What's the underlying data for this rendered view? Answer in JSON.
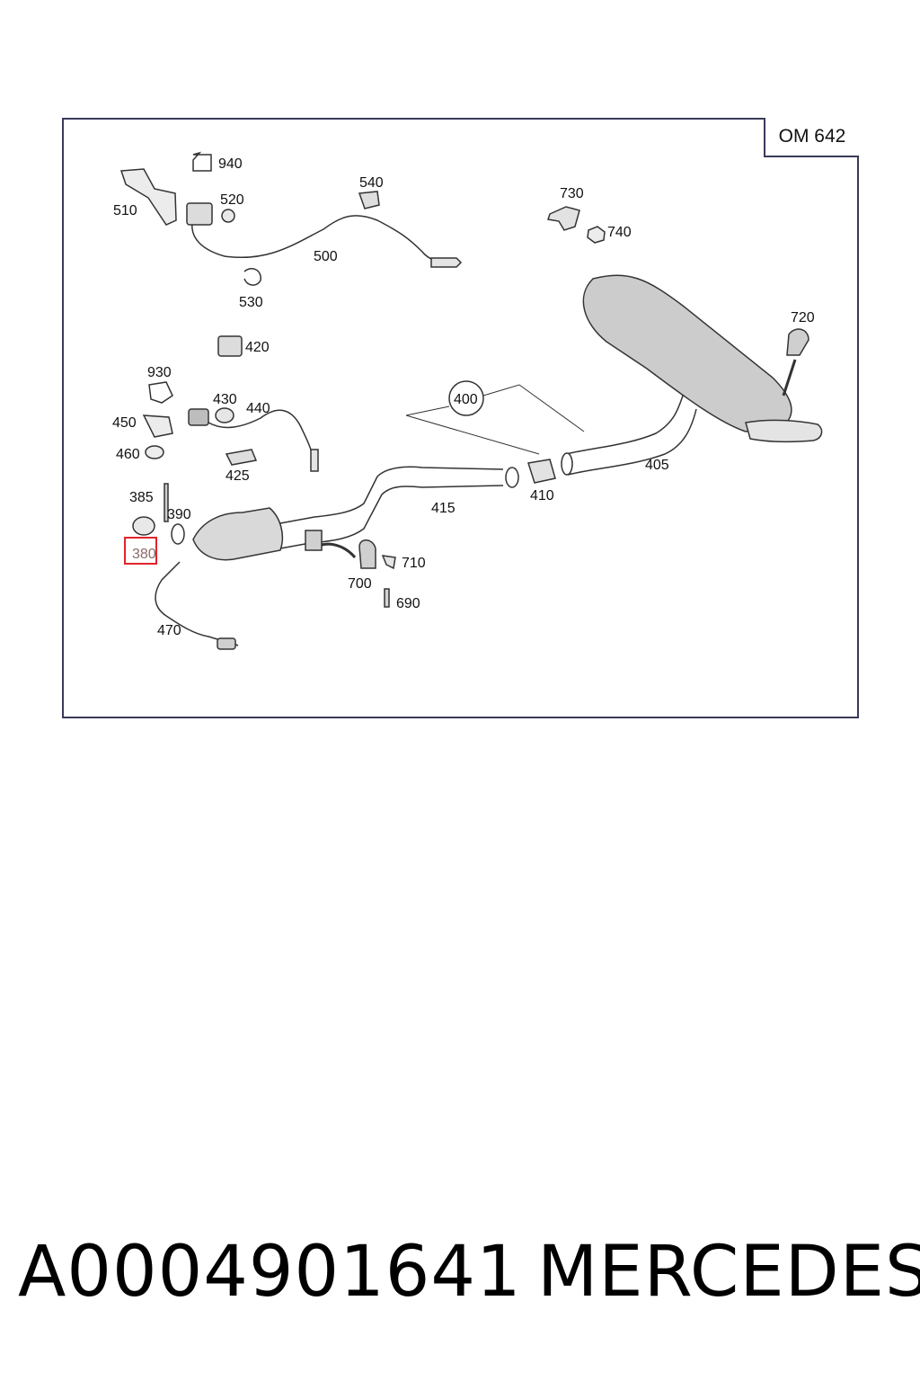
{
  "engine_code": "OM 642",
  "parts": [
    {
      "id": "p940",
      "label": "940"
    },
    {
      "id": "p510",
      "label": "510"
    },
    {
      "id": "p520",
      "label": "520"
    },
    {
      "id": "p540",
      "label": "540"
    },
    {
      "id": "p500",
      "label": "500"
    },
    {
      "id": "p530",
      "label": "530"
    },
    {
      "id": "p730",
      "label": "730"
    },
    {
      "id": "p740",
      "label": "740"
    },
    {
      "id": "p420",
      "label": "420"
    },
    {
      "id": "p720",
      "label": "720"
    },
    {
      "id": "p930",
      "label": "930"
    },
    {
      "id": "p430",
      "label": "430"
    },
    {
      "id": "p440",
      "label": "440"
    },
    {
      "id": "p450",
      "label": "450"
    },
    {
      "id": "p400",
      "label": "400"
    },
    {
      "id": "p460",
      "label": "460"
    },
    {
      "id": "p425",
      "label": "425"
    },
    {
      "id": "p405",
      "label": "405"
    },
    {
      "id": "p385",
      "label": "385"
    },
    {
      "id": "p410",
      "label": "410"
    },
    {
      "id": "p415",
      "label": "415"
    },
    {
      "id": "p390",
      "label": "390"
    },
    {
      "id": "p380",
      "label": "380",
      "highlighted": true
    },
    {
      "id": "p710",
      "label": "710"
    },
    {
      "id": "p700",
      "label": "700"
    },
    {
      "id": "p690",
      "label": "690"
    },
    {
      "id": "p470",
      "label": "470"
    }
  ],
  "highlight_color": "#e0242c",
  "footer": {
    "part_number": "A0004901641",
    "brand": "MERCEDES"
  }
}
